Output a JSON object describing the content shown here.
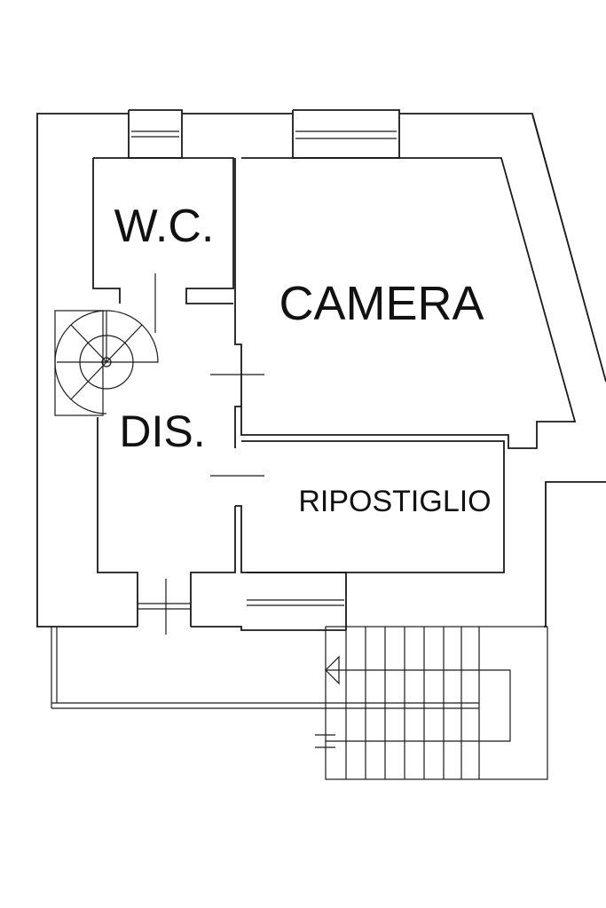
{
  "rooms": {
    "wc": "W.C.",
    "camera": "CAMERA",
    "dis": "DIS.",
    "ripostiglio": "RIPOSTIGLIO"
  },
  "colors": {
    "line": "#1a1a1a",
    "background": "#ffffff"
  }
}
